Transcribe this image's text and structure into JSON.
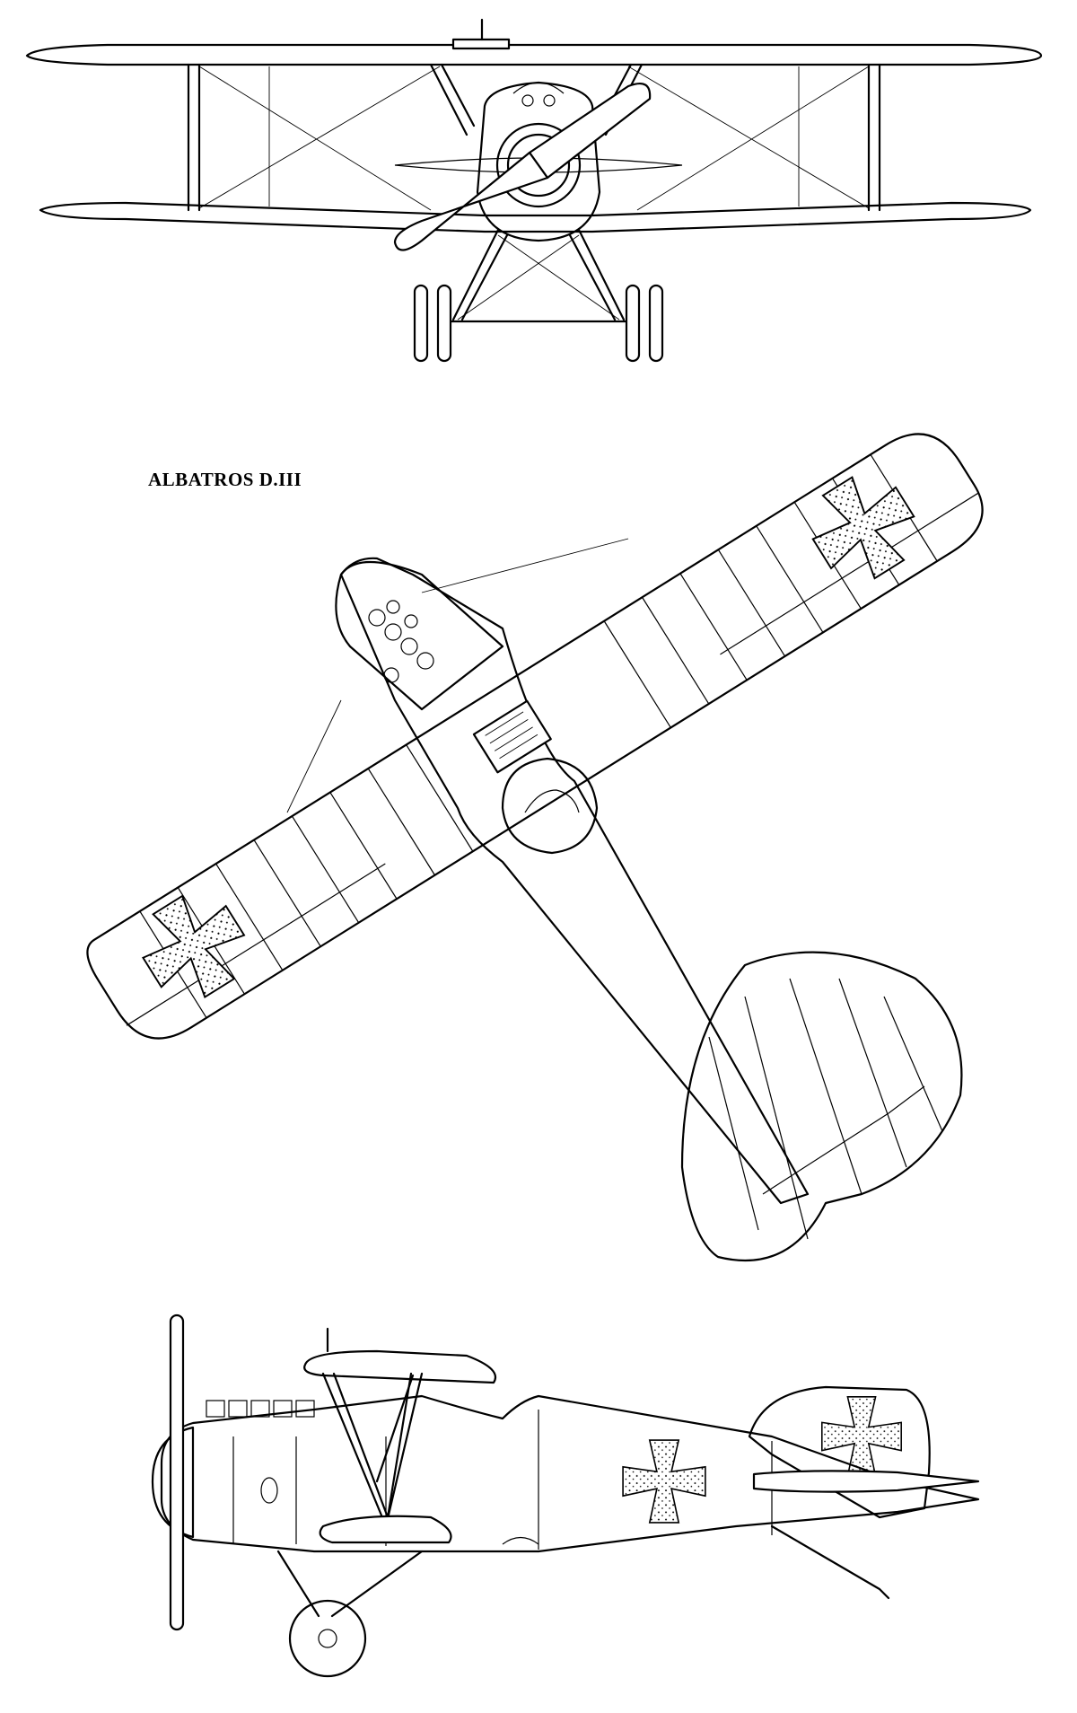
{
  "title": "ALBATROS D.III",
  "views": [
    "front",
    "top",
    "side"
  ],
  "markings": {
    "insignia": "cross-pattee",
    "ink_color": "#000000",
    "background": "#ffffff"
  }
}
